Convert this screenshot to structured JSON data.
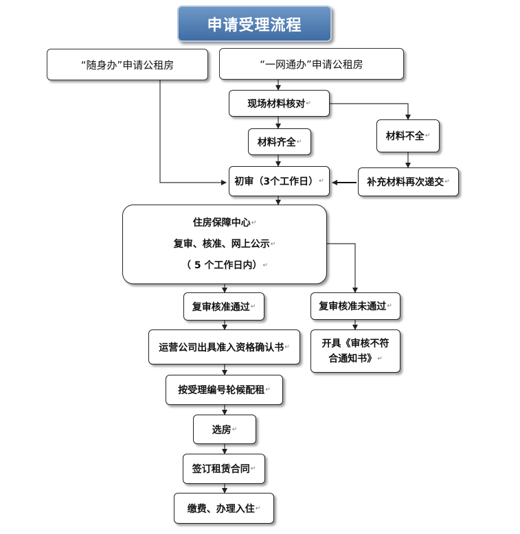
{
  "title": "申请受理流程",
  "return_mark": "↵",
  "boxes": {
    "suishenban": "“随身办”申请公租房",
    "yiwangtongban": "“一网通办”申请公租房",
    "onsite_check": "现场材料核对",
    "materials_complete": "材料齐全",
    "materials_incomplete": "材料不全",
    "supplement": "补充材料再次递交",
    "initial_review": "初审（3个工作日）",
    "center_line1": "住房保障中心",
    "center_line2": "复审、核准、网上公示",
    "center_line3": "（ 5 个工作日内）",
    "review_pass": "复审核准通过",
    "review_fail": "复审核准未通过",
    "qualification": "运营公司出具准入资格确认书",
    "notice_line1": "开具《审核不符",
    "notice_line2": "合通知书》",
    "waitlist": "按受理编号轮候配租",
    "select_house": "选房",
    "sign_contract": "签订租赁合同",
    "pay_move_in": "缴费、办理入住"
  }
}
